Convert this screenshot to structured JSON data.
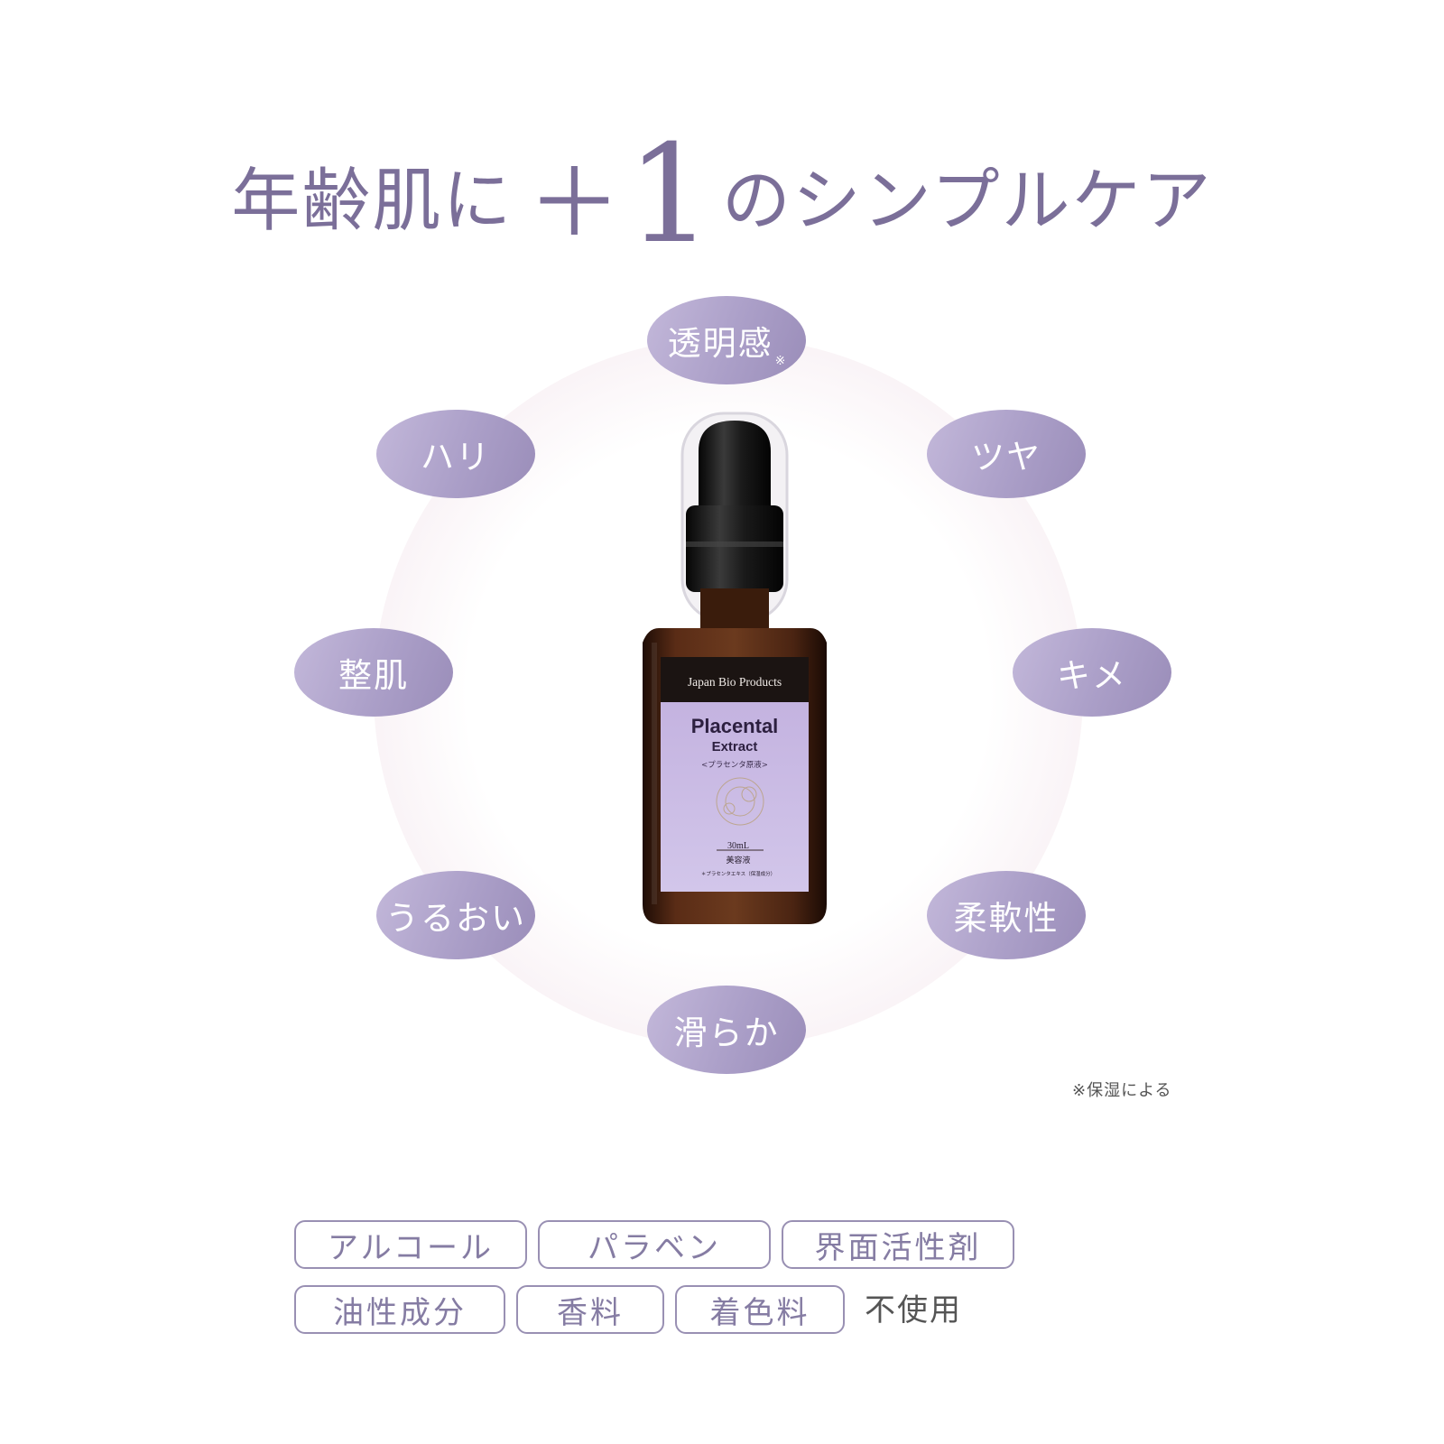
{
  "headline": {
    "part1": "年齢肌に",
    "plus": "＋",
    "number": "1",
    "part2": "のシンプルケア"
  },
  "benefits": [
    {
      "label": "透明感",
      "mark": "※"
    },
    {
      "label": "ツヤ"
    },
    {
      "label": "キメ"
    },
    {
      "label": "柔軟性"
    },
    {
      "label": "滑らか"
    },
    {
      "label": "うるおい"
    },
    {
      "label": "整肌"
    },
    {
      "label": "ハリ"
    }
  ],
  "footnote": "※保湿による",
  "product": {
    "brand": "Japan Bio Products",
    "name_line1": "Placental",
    "name_line2": "Extract",
    "subtitle": "<プラセンタ原液>",
    "volume": "30mL",
    "category": "美容液",
    "note": "＊プラセンタエキス（保湿成分）"
  },
  "free_from": {
    "tags": [
      "アルコール",
      "パラベン",
      "界面活性剤",
      "油性成分",
      "香料",
      "着色料"
    ],
    "suffix": "不使用"
  },
  "colors": {
    "accent": "#7b6f99",
    "pill": "#ab9fc8",
    "tag_border": "#9990b3",
    "bottle_glass": "#4a2414",
    "label": "#c7b8e0"
  }
}
